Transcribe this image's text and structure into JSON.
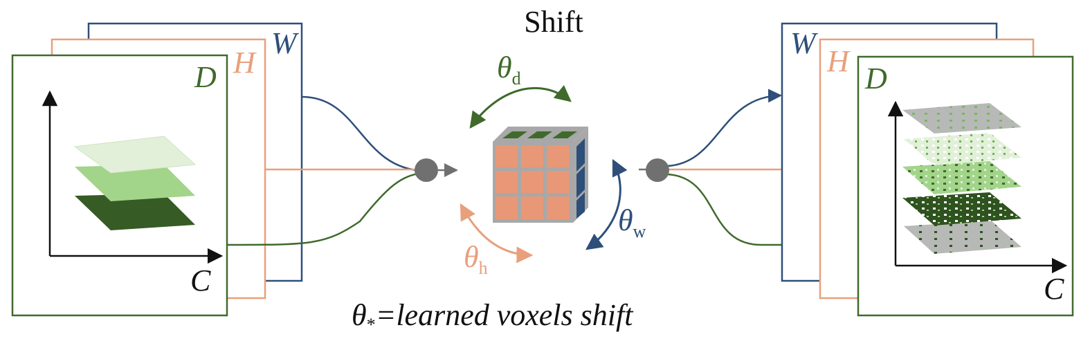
{
  "title": "Shift",
  "colors": {
    "w_blue": "#2e4f7a",
    "h_salmon": "#e8a07c",
    "d_green": "#3f6a2c",
    "axis": "#111111",
    "node_gray": "#707070",
    "cube_face": "#e89877",
    "cube_grid": "#a8a8a8",
    "layer_light": "#e2f0d9",
    "layer_mid": "#a2d48a",
    "layer_dark": "#365b25",
    "layer_gray": "#b7b9b6"
  },
  "left_volume": {
    "frame_labels": {
      "w": "W",
      "h": "H",
      "d": "D"
    },
    "axis_label": "C"
  },
  "right_volume": {
    "frame_labels": {
      "w": "W",
      "h": "H",
      "d": "D"
    },
    "axis_label": "C"
  },
  "rotations": {
    "d": {
      "symbol": "θ",
      "subscript": "d"
    },
    "h": {
      "symbol": "θ",
      "subscript": "h"
    },
    "w": {
      "symbol": "θ",
      "subscript": "w"
    }
  },
  "caption": {
    "symbol": "θ",
    "subscript": "*",
    "text": "=learned voxels shift"
  },
  "icons": {
    "input_node": "merge-node-icon",
    "output_node": "split-node-icon",
    "cube": "voxel-cube-icon"
  }
}
